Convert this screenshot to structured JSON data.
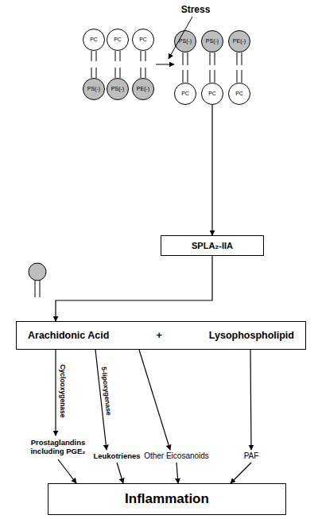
{
  "diagram": {
    "nodes": [
      {
        "text": [
          "PC"
        ]
      },
      {
        "text": [
          "PC"
        ]
      },
      {
        "text": [
          "PC"
        ]
      },
      {
        "text": [
          "PS(-)"
        ]
      },
      {
        "text": [
          "PS(-)"
        ]
      },
      {
        "text": [
          "PE(-)"
        ]
      },
      {
        "text": [
          "PS(-)"
        ]
      },
      {
        "text": [
          "PS(-)"
        ]
      },
      {
        "text": [
          "PE(-)"
        ]
      },
      {
        "text": [
          "PC"
        ]
      },
      {
        "text": [
          "PC"
        ]
      },
      {
        "text": [
          "PC"
        ]
      },
      {
        "text": [
          "SPLA₂-IIA"
        ]
      },
      {
        "text": [
          "Arachidonic Acid",
          "+",
          "Lysophospholipid"
        ]
      },
      {
        "text": [
          "Prostaglandins including PGE₂"
        ]
      },
      {
        "text": [
          "Leukotrienes"
        ]
      },
      {
        "text": [
          "Other Eicosanoids"
        ]
      },
      {
        "text": [
          "PAF"
        ]
      },
      {
        "text": [
          "Inflammation"
        ]
      }
    ],
    "edges": [
      {
        "from": 10,
        "to": 12,
        "arrow": "to"
      },
      {
        "from": 12,
        "to": 13,
        "arrow": "to"
      },
      {
        "from": 13,
        "to": 14,
        "label": "Cyclooxygenase",
        "arrow": "to"
      },
      {
        "from": 13,
        "to": 15,
        "label": "5-lipoxygenase",
        "arrow": "to"
      },
      {
        "from": 13,
        "to": 16,
        "arrow": "to"
      },
      {
        "from": 13,
        "to": 17,
        "arrow": "to"
      },
      {
        "from": 14,
        "to": 18,
        "arrow": "to"
      },
      {
        "from": 15,
        "to": 18,
        "arrow": "to"
      },
      {
        "from": 16,
        "to": 18,
        "arrow": "to"
      },
      {
        "from": 17,
        "to": 18,
        "arrow": "to"
      }
    ],
    "labels": [
      "Stress"
    ]
  }
}
